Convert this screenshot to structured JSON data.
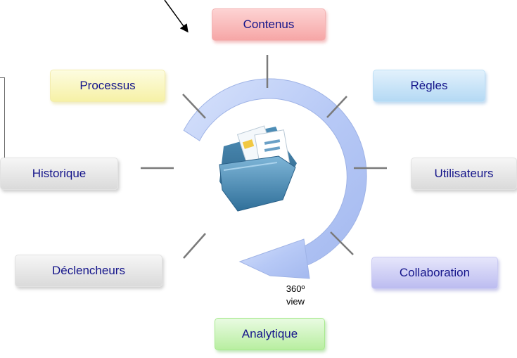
{
  "nodes": {
    "contenus": "Contenus",
    "regles": "Règles",
    "utilisateurs": "Utilisateurs",
    "collaboration": "Collaboration",
    "analytique": "Analytique",
    "declencheurs": "Déclencheurs",
    "historique": "Historique",
    "processus": "Processus"
  },
  "center_label": {
    "line1": "360º",
    "line2": "view"
  },
  "colors": {
    "arrow_fill": "#b7c9f6",
    "arrow_stroke": "#9fb3e6",
    "spoke": "#7a7a7a",
    "node_text": "#14148a"
  },
  "icons": [
    "folder-icon",
    "pointer-arrow-icon",
    "circular-arrow-icon"
  ]
}
